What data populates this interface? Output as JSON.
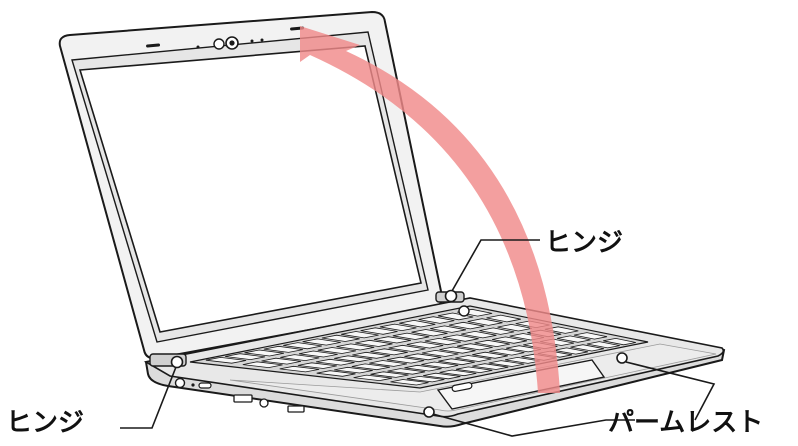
{
  "labels": {
    "hinge_right": "ヒンジ",
    "hinge_left": "ヒンジ",
    "palm_rest": "パームレスト"
  },
  "colors": {
    "arrow": "#f08a8a",
    "outline": "#1a1a1a",
    "body": "#e4e4e4",
    "palm": "#ececec",
    "key": "#f7f7f7"
  }
}
